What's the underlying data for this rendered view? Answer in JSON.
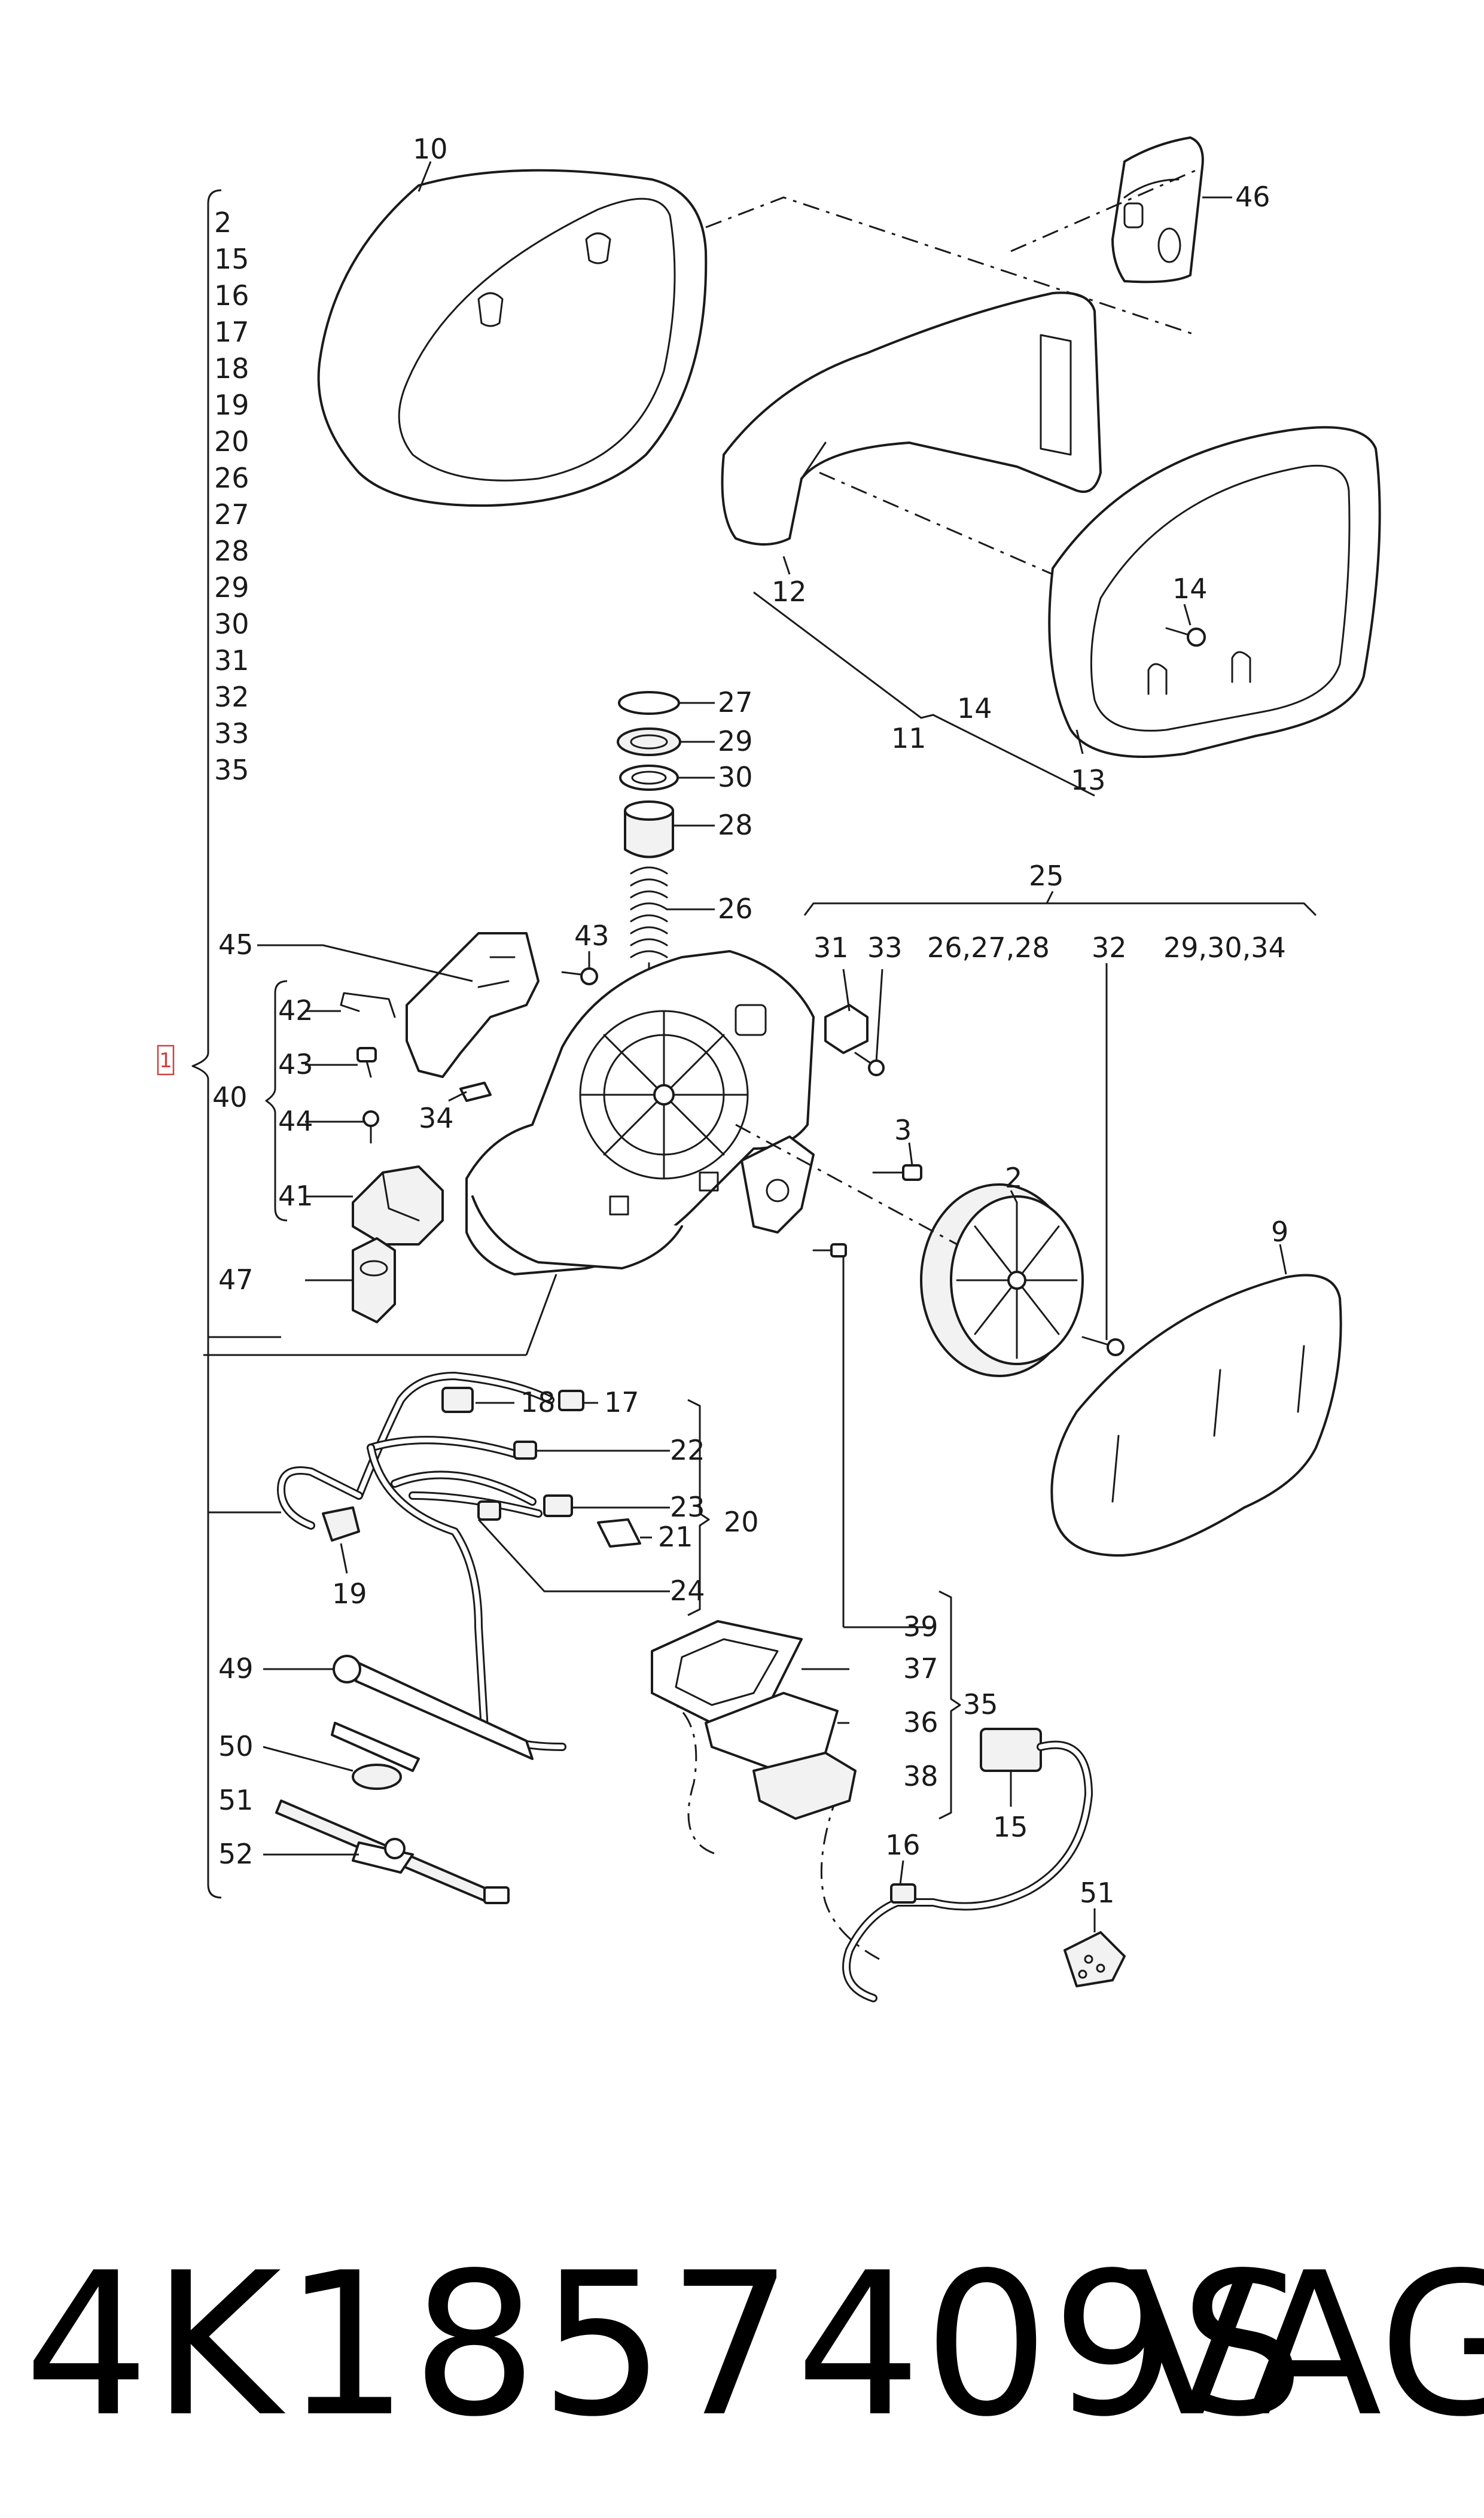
{
  "assembly_box_label": "1",
  "assembly_list": [
    "2",
    "15",
    "16",
    "17",
    "18",
    "19",
    "20",
    "26",
    "27",
    "28",
    "29",
    "30",
    "31",
    "32",
    "33",
    "35"
  ],
  "callouts": {
    "c10": "10",
    "c46": "46",
    "c12": "12",
    "c14a": "14",
    "c14b": "14",
    "c11": "11",
    "c13": "13",
    "c27": "27",
    "c29": "29",
    "c30": "30",
    "c28": "28",
    "c26": "26",
    "c43a": "43",
    "c45": "45",
    "c42": "42",
    "c43b": "43",
    "c44": "44",
    "c40": "40",
    "c41": "41",
    "c34": "34",
    "c47": "47",
    "c25": "25",
    "c31": "31",
    "c33": "33",
    "c262728": "26,27,28",
    "c32": "32",
    "c293034": "29,30,34",
    "c3": "3",
    "c2": "2",
    "c9": "9",
    "c18": "18",
    "c17": "17",
    "c22": "22",
    "c23": "23",
    "c21": "21",
    "c20": "20",
    "c24": "24",
    "c19": "19",
    "c49": "49",
    "c50": "50",
    "c51a": "51",
    "c52": "52",
    "c39": "39",
    "c37": "37",
    "c36": "36",
    "c35": "35",
    "c38": "38",
    "c16": "16",
    "c15": "15",
    "c51b": "51"
  },
  "footer": {
    "part_number": "4K1857409S",
    "brand": "VAG"
  }
}
